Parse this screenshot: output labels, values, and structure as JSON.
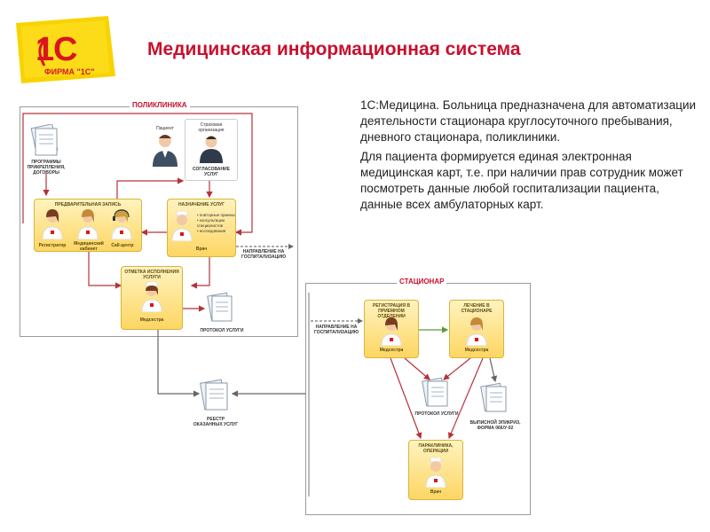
{
  "header": {
    "logo_text": "1С",
    "logo_subtext": "ФИРМА \"1С\"",
    "title": "Медицинская информационная система"
  },
  "description": {
    "paragraph1": "1С:Медицина. Больница предназначена для автоматизации деятельности стационара круглосуточного пребывания, дневного стационара, поликлиники.",
    "paragraph2": "Для пациента формируется единая электронная медицинская карт, т.е. при наличии прав сотрудник может посмотреть данные любой госпитализации пациента, данные всех амбулаторных карт."
  },
  "polyclinic": {
    "title": "ПОЛИКЛИНИКА",
    "patient_label": "Пациент",
    "org_label": "Страховая организация",
    "docs_label": "ПРОГРАММЫ ПРИКРЕПЛЕНИЯ, ДОГОВОРЫ",
    "approval_label": "СОГЛАСОВАНИЕ УСЛУГ",
    "prebooking": {
      "title": "ПРЕДВАРИТЕЛЬНАЯ ЗАПИСЬ",
      "registrar": "Регистратор",
      "medical_office": "Медицинский кабинет",
      "call_center": "Call-центр"
    },
    "assignment": {
      "title": "НАЗНАЧЕНИЕ УСЛУГ",
      "items": [
        "повторные приемы",
        "консультации специалистов",
        "исследования"
      ],
      "doctor": "Врач"
    },
    "referral_label": "НАПРАВЛЕНИЕ НА ГОСПИТАЛИЗАЦИЮ",
    "completion": {
      "title": "ОТМЕТКА ИСПОЛНЕНИЯ УСЛУГИ",
      "nurse": "Медсестра"
    },
    "protocol_label": "ПРОТОКОЛ УСЛУГИ"
  },
  "registry_label": "РЕЕСТР ОКАЗАННЫХ УСЛУГ",
  "hospital": {
    "title": "СТАЦИОНАР",
    "referral_label": "НАПРАВЛЕНИЕ НА ГОСПИТАЛИЗАЦИЮ",
    "admission": {
      "title": "РЕГИСТРАЦИЯ В ПРИЕМНОМ ОТДЕЛЕНИИ",
      "nurse": "Медсестра"
    },
    "treatment": {
      "title": "ЛЕЧЕНИЕ В СТАЦИОНАРЕ",
      "nurse": "Медсестра"
    },
    "protocol_label": "ПРОТОКОЛ УСЛУГИ",
    "discharge_label": "ВЫПИСНОЙ ЭПИКРИЗ, ФОРМА 066/У-02",
    "paraclinic": {
      "title": "ПАРАКЛИНИКА, ОПЕРАЦИИ",
      "doctor": "Врач"
    }
  }
}
